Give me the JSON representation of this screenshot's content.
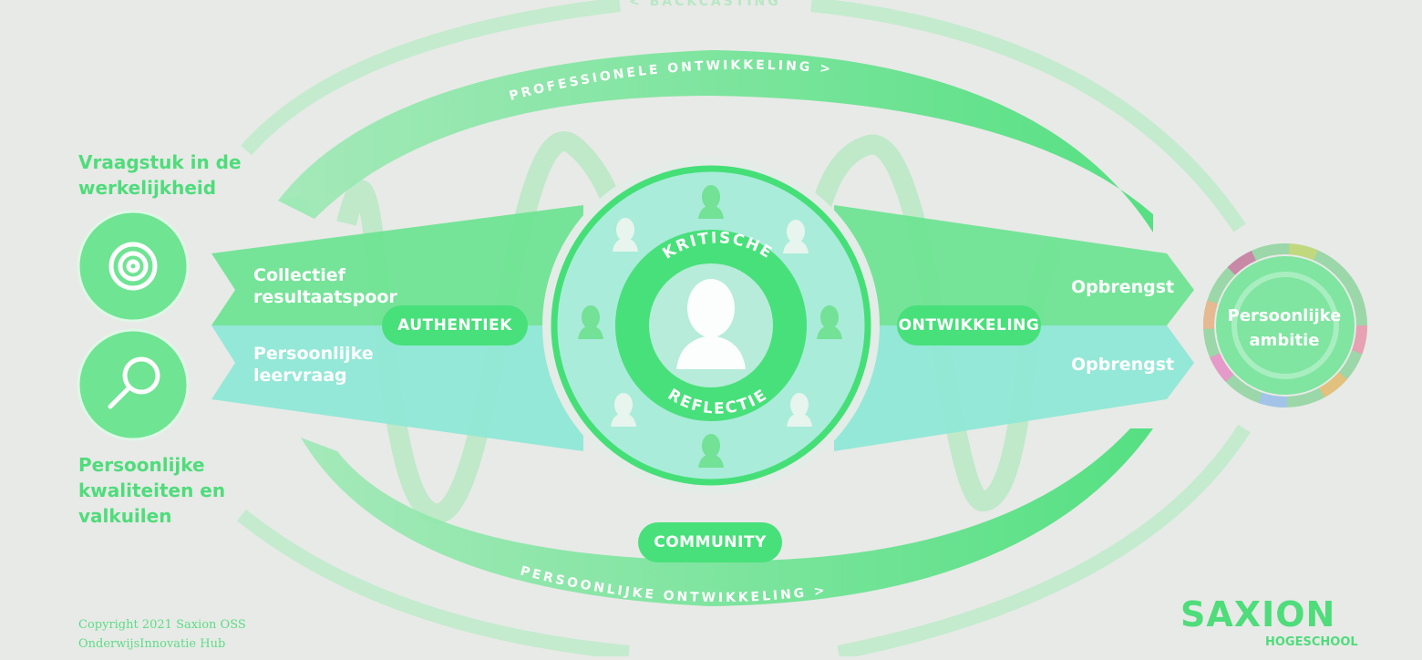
{
  "top_arc_label": "PROFESSIONELE ONTWIKKELING >",
  "bottom_arc_label": "PERSOONLIJKE ONTWIKKELING >",
  "top_cropped_label": "< BACKCASTING",
  "left_top_heading": "Vraagstuk in de werkelijkheid",
  "left_bottom_heading": "Persoonlijke kwaliteiten en valkuilen",
  "band_top_text": "Collectief resultaatspoor",
  "band_bottom_text": "Persoonlijke leervraag",
  "pill_left": "AUTHENTIEK",
  "pill_right": "ONTWIKKELING",
  "pill_bottom": "COMMUNITY",
  "center_top_text": "KRITISCHE",
  "center_bottom_text": "REFLECTIE",
  "output_top": "Opbrengst",
  "output_bottom": "Opbrengst",
  "goal_text": "Persoonlijke ambitie",
  "copyright_line1": "Copyright 2021 Saxion OSS",
  "copyright_line2": "OnderwijsInnovatie Hub",
  "logo_main": "SAXION",
  "logo_sub": "HOGESCHOOL",
  "icons": [
    "target-icon",
    "magnifier-icon",
    "person-icon"
  ],
  "colors": {
    "background": "#e8eae7",
    "green": "#48e07a",
    "green_light": "#6fe493",
    "teal": "#8fe8d6",
    "white": "#ffffff"
  }
}
